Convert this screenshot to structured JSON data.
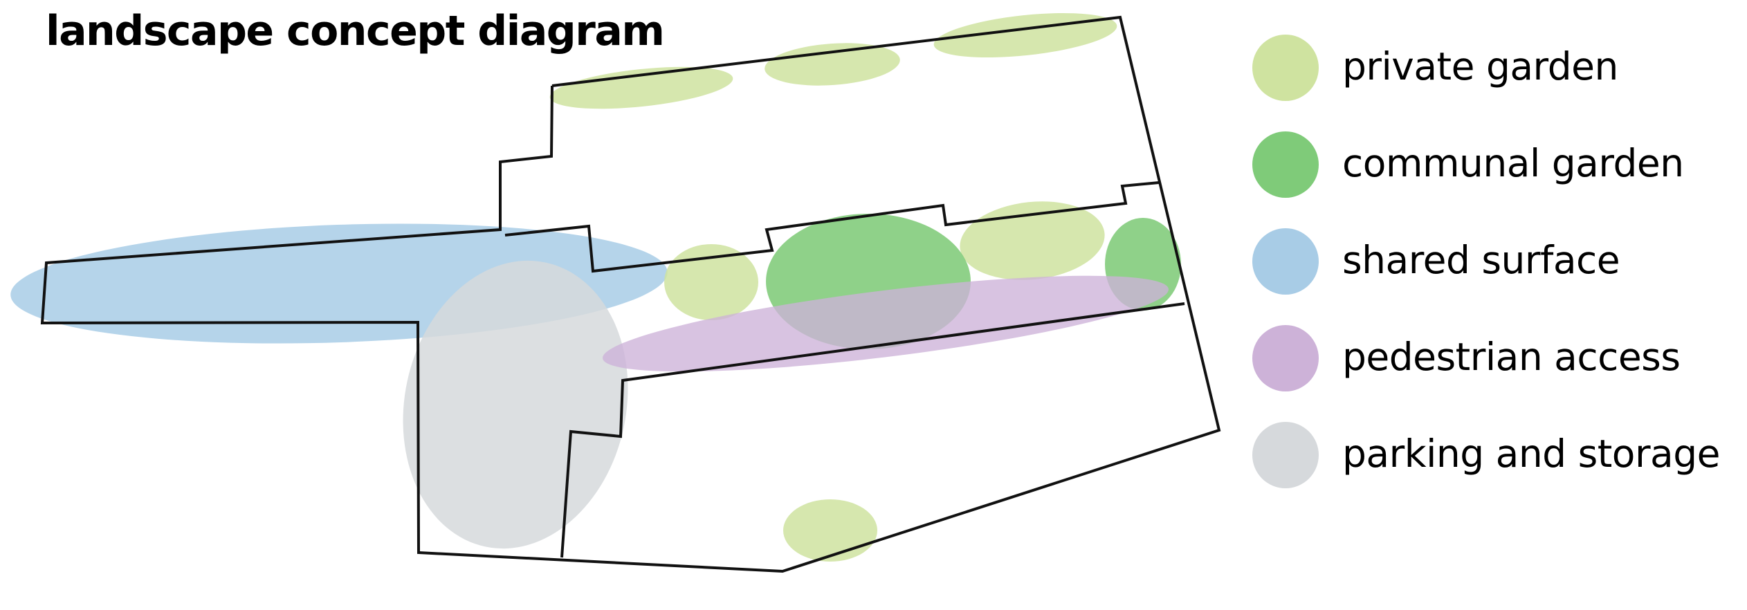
{
  "title": "landscape concept diagram",
  "colors": {
    "private_garden": "#cfe3a0",
    "communal_garden": "#7fcb79",
    "shared_surface": "#a8cce6",
    "pedestrian_access": "#cdb2d8",
    "parking_and_storage": "#d6d9dc",
    "outline": "#111111"
  },
  "legend": [
    {
      "key": "private_garden",
      "label": "private garden"
    },
    {
      "key": "communal_garden",
      "label": "communal garden"
    },
    {
      "key": "shared_surface",
      "label": "shared surface"
    },
    {
      "key": "pedestrian_access",
      "label": "pedestrian access"
    },
    {
      "key": "parking_and_storage",
      "label": "parking and storage"
    }
  ]
}
